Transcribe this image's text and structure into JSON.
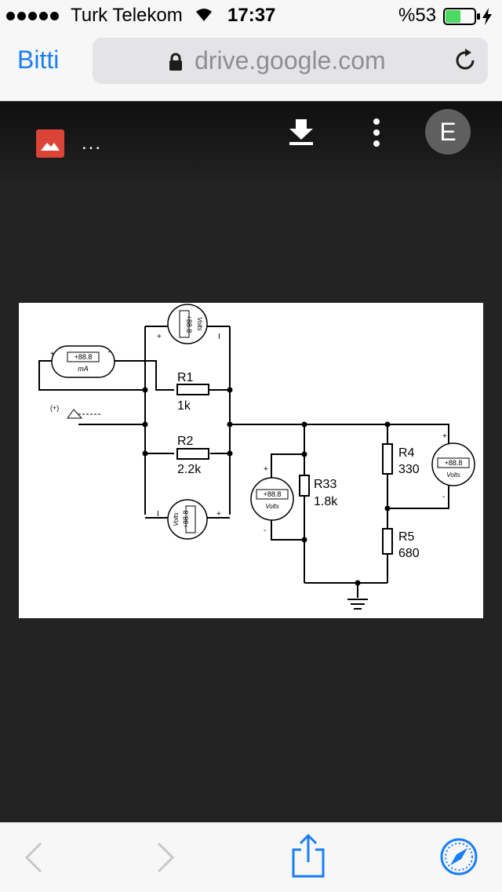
{
  "status_bar": {
    "carrier": "Turk Telekom",
    "time": "17:37",
    "battery_percent": "%53",
    "battery_level": 0.53,
    "battery_color": "#4cd964"
  },
  "nav": {
    "done_label": "Bitti",
    "url": "drive.google.com",
    "accent_color": "#1a7ef5",
    "icons": [
      "lock-icon",
      "reload-icon"
    ]
  },
  "viewer": {
    "file_name": "...",
    "avatar_letter": "E",
    "file_icon_color": "#db4437",
    "icons": [
      "image-file-icon",
      "download-icon",
      "more-vertical-icon"
    ]
  },
  "circuit": {
    "ammeter": {
      "reading": "+88.8",
      "unit": "mA",
      "plus": "+",
      "minus": "−"
    },
    "probe_label": "(+)",
    "volt_top": {
      "reading": "+88.8",
      "unit": "Volts",
      "plus": "+",
      "minus": "I"
    },
    "volt_bottom": {
      "reading": "+88.8",
      "unit": "Volts",
      "plus": "+",
      "minus": "I"
    },
    "volt_r33": {
      "reading": "+88.8",
      "unit": "Volts",
      "plus": "+",
      "minus": "-"
    },
    "volt_r4": {
      "reading": "+88.8",
      "unit": "Volts",
      "plus": "+",
      "minus": "-"
    },
    "resistors": {
      "r1": {
        "name": "R1",
        "value": "1k"
      },
      "r2": {
        "name": "R2",
        "value": "2.2k"
      },
      "r33": {
        "name": "R33",
        "value": "1.8k"
      },
      "r4": {
        "name": "R4",
        "value": "330"
      },
      "r5": {
        "name": "R5",
        "value": "680"
      }
    }
  },
  "toolbar": {
    "icons": [
      "back-icon",
      "forward-icon",
      "share-icon",
      "compass-icon"
    ],
    "inactive_color": "#c7c7cc"
  }
}
